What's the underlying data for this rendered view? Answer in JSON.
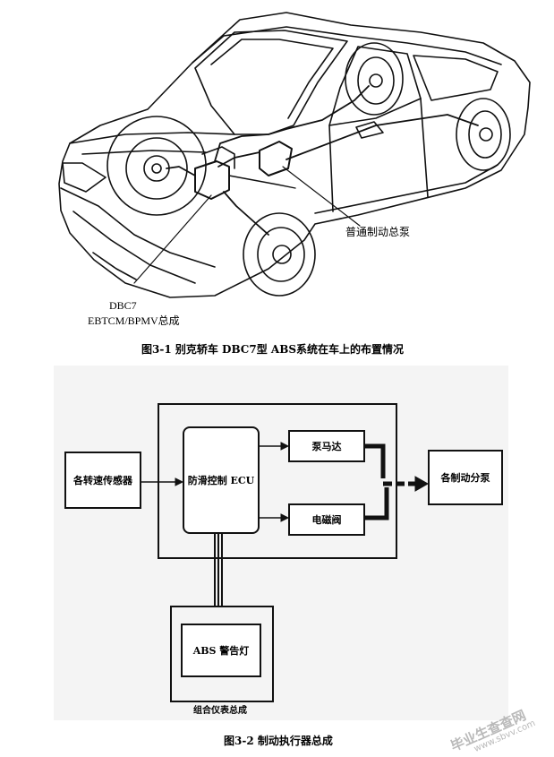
{
  "figure1": {
    "label_master_cylinder": "普通制动总泵",
    "label_dbc7": "DBC7",
    "label_ebtcm": "EBTCM/BPMV总成",
    "caption": "图3-1  别克轿车 DBC7型 ABS系统在车上的布置情况"
  },
  "figure2": {
    "sensors": "各转速传感器",
    "ecu": "防滑控制  ECU",
    "pump_motor": "泵马达",
    "solenoid_valve": "电磁阀",
    "brake_cylinders": "各制动分泵",
    "abs_warning_lamp": "ABS  警告灯",
    "instrument_cluster": "组合仪表总成",
    "caption": "图3-2  制动执行器总成"
  },
  "watermark": {
    "line1": "毕业生查查网",
    "line2": "www.sbvv.com"
  }
}
